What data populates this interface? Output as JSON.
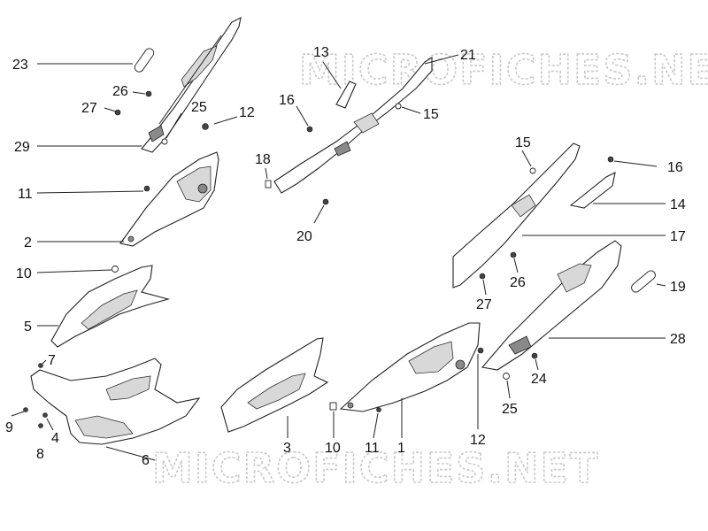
{
  "watermarks": [
    "MICROFICHES.NET",
    "MICROFICHES.NET"
  ],
  "callouts": [
    {
      "id": "c23",
      "text": "23"
    },
    {
      "id": "c26a",
      "text": "26"
    },
    {
      "id": "c27a",
      "text": "27"
    },
    {
      "id": "c25a",
      "text": "25"
    },
    {
      "id": "c12a",
      "text": "12"
    },
    {
      "id": "c29",
      "text": "29"
    },
    {
      "id": "c11a",
      "text": "11"
    },
    {
      "id": "c2",
      "text": "2"
    },
    {
      "id": "c10a",
      "text": "10"
    },
    {
      "id": "c5",
      "text": "5"
    },
    {
      "id": "c7",
      "text": "7"
    },
    {
      "id": "c9",
      "text": "9"
    },
    {
      "id": "c4",
      "text": "4"
    },
    {
      "id": "c8",
      "text": "8"
    },
    {
      "id": "c6",
      "text": "6"
    },
    {
      "id": "c13",
      "text": "13"
    },
    {
      "id": "c21",
      "text": "21"
    },
    {
      "id": "c16a",
      "text": "16"
    },
    {
      "id": "c15a",
      "text": "15"
    },
    {
      "id": "c18",
      "text": "18"
    },
    {
      "id": "c20",
      "text": "20"
    },
    {
      "id": "c15b",
      "text": "15"
    },
    {
      "id": "c16b",
      "text": "16"
    },
    {
      "id": "c14",
      "text": "14"
    },
    {
      "id": "c17",
      "text": "17"
    },
    {
      "id": "c26b",
      "text": "26"
    },
    {
      "id": "c27b",
      "text": "27"
    },
    {
      "id": "c19",
      "text": "19"
    },
    {
      "id": "c28",
      "text": "28"
    },
    {
      "id": "c24",
      "text": "24"
    },
    {
      "id": "c25b",
      "text": "25"
    },
    {
      "id": "c3",
      "text": "3"
    },
    {
      "id": "c10b",
      "text": "10"
    },
    {
      "id": "c11b",
      "text": "11"
    },
    {
      "id": "c1",
      "text": "1"
    },
    {
      "id": "c12b",
      "text": "12"
    }
  ]
}
